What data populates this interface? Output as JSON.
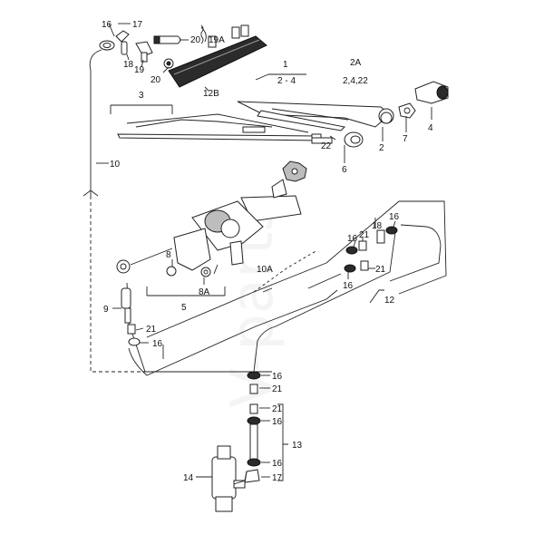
{
  "watermark": "V-parts",
  "callouts": [
    {
      "id": "c16-a",
      "text": "16"
    },
    {
      "id": "c17-a",
      "text": "17"
    },
    {
      "id": "c18-a",
      "text": "18"
    },
    {
      "id": "c19",
      "text": "19"
    },
    {
      "id": "c20-a",
      "text": "20"
    },
    {
      "id": "c20-b",
      "text": "20"
    },
    {
      "id": "c19a",
      "text": "19A"
    },
    {
      "id": "c12b",
      "text": "12B"
    },
    {
      "id": "c1",
      "text": "1"
    },
    {
      "id": "c1-sub",
      "text": "2 - 4"
    },
    {
      "id": "c2a",
      "text": "2A"
    },
    {
      "id": "c2a-sub",
      "text": "2,4,22"
    },
    {
      "id": "c3",
      "text": "3"
    },
    {
      "id": "c4",
      "text": "4"
    },
    {
      "id": "c7",
      "text": "7"
    },
    {
      "id": "c2",
      "text": "2"
    },
    {
      "id": "c22",
      "text": "22"
    },
    {
      "id": "c6",
      "text": "6"
    },
    {
      "id": "c10",
      "text": "10"
    },
    {
      "id": "c16-b",
      "text": "16"
    },
    {
      "id": "c16-c",
      "text": "16"
    },
    {
      "id": "c18-b",
      "text": "18"
    },
    {
      "id": "c21-a",
      "text": "21"
    },
    {
      "id": "c21-b",
      "text": "21"
    },
    {
      "id": "c16-d",
      "text": "16"
    },
    {
      "id": "c8",
      "text": "8"
    },
    {
      "id": "c10a",
      "text": "10A"
    },
    {
      "id": "c8a",
      "text": "8A"
    },
    {
      "id": "c5",
      "text": "5"
    },
    {
      "id": "c12",
      "text": "12"
    },
    {
      "id": "c9",
      "text": "9"
    },
    {
      "id": "c21-c",
      "text": "21"
    },
    {
      "id": "c16-e",
      "text": "16"
    },
    {
      "id": "c16-f",
      "text": "16"
    },
    {
      "id": "c21-d",
      "text": "21"
    },
    {
      "id": "c21-e",
      "text": "21"
    },
    {
      "id": "c16-g",
      "text": "16"
    },
    {
      "id": "c13",
      "text": "13"
    },
    {
      "id": "c16-h",
      "text": "16"
    },
    {
      "id": "c14",
      "text": "14"
    },
    {
      "id": "c17-b",
      "text": "17"
    }
  ]
}
